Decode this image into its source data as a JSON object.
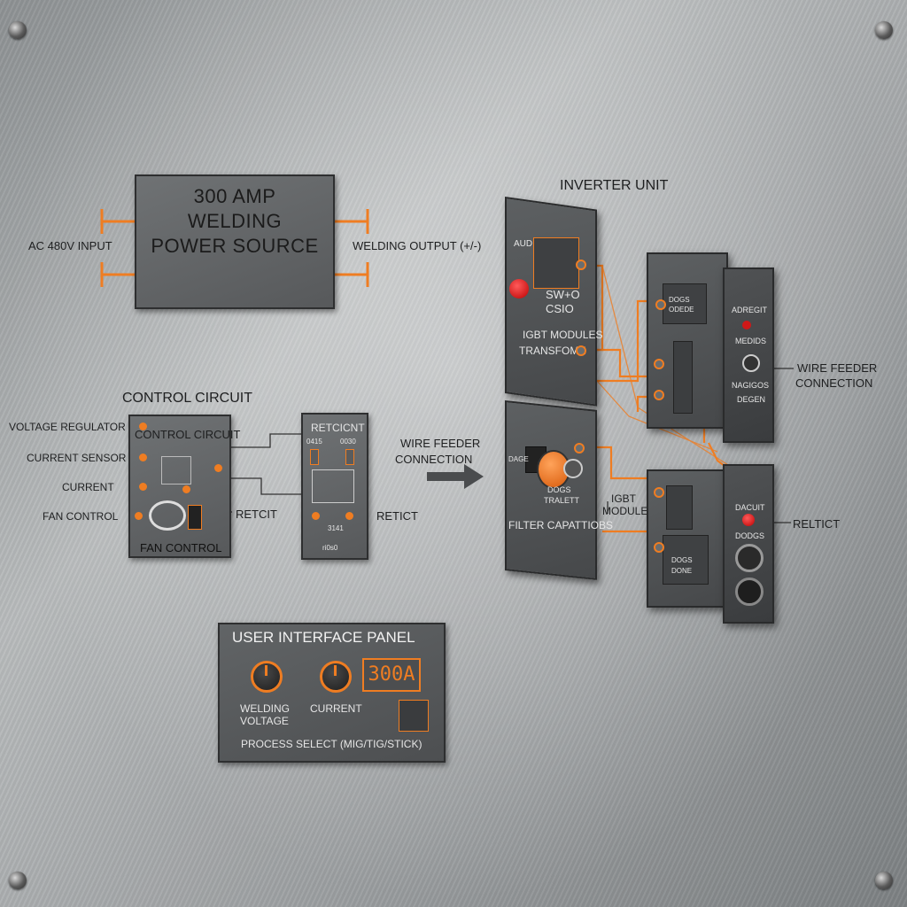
{
  "power_source": {
    "title_line1": "300 AMP",
    "title_line2": "WELDING",
    "title_line3": "POWER SOURCE",
    "input_label": "AC 480V INPUT",
    "output_label": "WELDING OUTPUT (+/-)"
  },
  "control_circuit": {
    "heading": "CONTROL CIRCUIT",
    "panel_title": "CONTROL CIRCUIT",
    "side_labels": [
      "VOLTAGE REGULATOR",
      "CURRENT SENSOR",
      "CURRENT",
      "FAN CONTROL"
    ],
    "fan_label": "FAN CONTROL",
    "relay_label_left": "RETCIT",
    "relay_label_right": "RETICT",
    "relay_panel_title": "RETCICNT",
    "relay_small_1": "0415",
    "relay_small_2": "0030",
    "relay_small_3": "3141",
    "relay_small_4": "ri0s0"
  },
  "wire_feeder_arrow_label_1": "WIRE FEEDER",
  "wire_feeder_arrow_label_2": "CONNECTION",
  "inverter": {
    "heading": "INVERTER UNIT",
    "small_label": "AUDIS",
    "switch_label_1": "SW+O",
    "switch_label_2": "CSIO",
    "igbt_label_1": "IGBT MODULES",
    "igbt_label_2": "TRANSFOME",
    "right_box_1": "DOGS",
    "right_box_2": "ODEDE",
    "right_panel_1": "ADREGIT",
    "right_panel_2": "MEDIDS",
    "right_panel_3": "NAGIGOS",
    "right_panel_4": "DEGEN",
    "wire_feeder_1": "WIRE FEEDER",
    "wire_feeder_2": "CONNECTION"
  },
  "filter": {
    "label_1": "DAGE",
    "label_2": "DOGS",
    "label_3": "TRALETT",
    "main_label": "FILTER CAPATTIOBS",
    "igbt_1": "IGBT",
    "igbt_2": "MODULER",
    "box_1": "DOGS",
    "box_2": "DONE",
    "right_1": "DACUIT",
    "right_2": "DODGS",
    "relay": "RELTICT"
  },
  "user_interface": {
    "title": "USER INTERFACE PANEL",
    "knob1_label_1": "WELDING",
    "knob1_label_2": "VOLTAGE",
    "knob2_label": "CURRENT",
    "display_value": "300A",
    "process_label": "PROCESS SELECT (MIG/TIG/STICK)"
  },
  "colors": {
    "accent": "#ef7d22",
    "panel": "#5a5c5e",
    "indicator_red": "#d01818"
  }
}
